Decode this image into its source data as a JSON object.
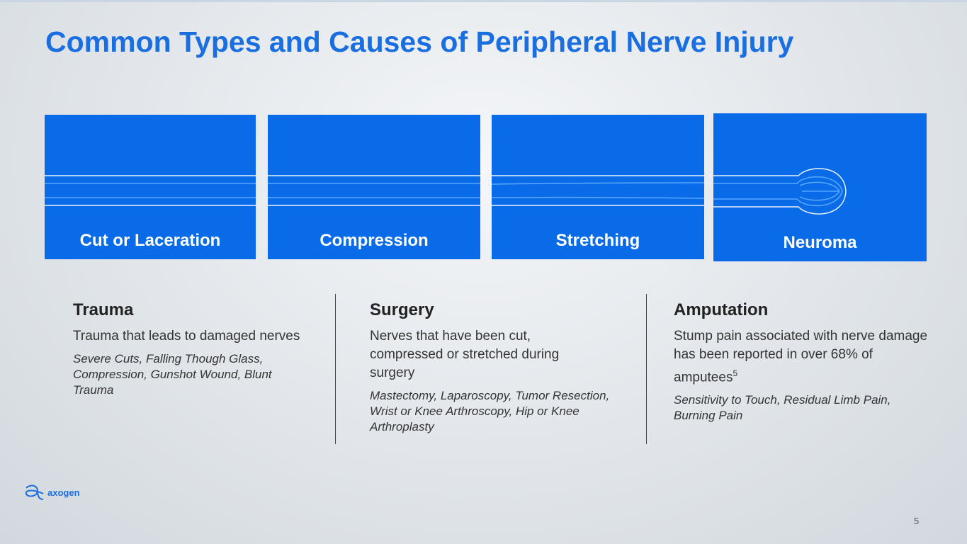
{
  "title": "Common Types and Causes of Peripheral Nerve Injury",
  "panels": [
    {
      "label": "Cut or Laceration"
    },
    {
      "label": "Compression"
    },
    {
      "label": "Stretching"
    },
    {
      "label": "Neuroma"
    }
  ],
  "columns": [
    {
      "heading": "Trauma",
      "description": "Trauma that leads to damaged nerves",
      "examples": "Severe Cuts, Falling Though Glass, Compression, Gunshot Wound, Blunt Trauma"
    },
    {
      "heading": "Surgery",
      "description": "Nerves that have been cut, compressed or stretched during surgery",
      "examples": "Mastectomy, Laparoscopy, Tumor Resection, Wrist or Knee Arthroscopy, Hip or Knee Arthroplasty"
    },
    {
      "heading": "Amputation",
      "description": "Stump pain associated with nerve damage has been reported in over 68% of amputees",
      "footnote": "5",
      "examples": "Sensitivity to Touch, Residual Limb Pain, Burning Pain"
    }
  ],
  "logo": "axogen",
  "page_number": "5",
  "colors": {
    "accent": "#0a6be8",
    "title": "#1a6fe0"
  }
}
